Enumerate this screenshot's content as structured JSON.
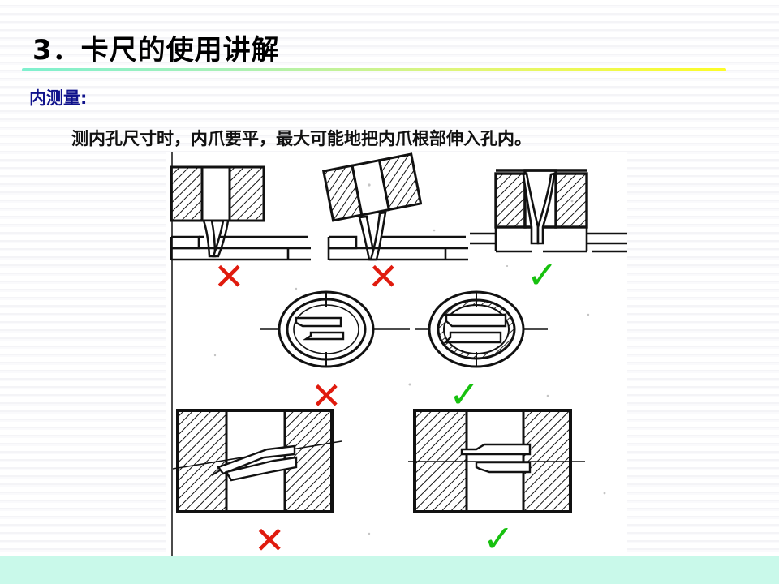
{
  "slide": {
    "title": "3．卡尺的使用讲解",
    "subheading": "内测量:",
    "body_text": "测内孔尺寸时，内爪要平，最大可能地把内爪根部伸入孔内。",
    "colors": {
      "title_text": "#000000",
      "subheading_text": "#10128c",
      "body_text": "#111111",
      "divider_start": "#7ff0cf",
      "divider_end": "#fcfc28",
      "footer_band": "#c9f9ea",
      "mark_wrong": "#e01b0e",
      "mark_correct": "#17c10f",
      "drawing_ink": "#111111"
    }
  },
  "figure": {
    "caption_marks": {
      "wrong_symbol": "✕",
      "correct_symbol": "✓"
    },
    "rows": [
      {
        "name": "side-section-row",
        "items": [
          {
            "label": "jaw-too-shallow-straight",
            "verdict": "wrong",
            "symbol": "✕"
          },
          {
            "label": "jaw-tilted",
            "verdict": "wrong",
            "symbol": "✕"
          },
          {
            "label": "jaw-root-inserted-flat",
            "verdict": "correct",
            "symbol": "✓"
          }
        ]
      },
      {
        "name": "hole-end-view-row",
        "items": [
          {
            "label": "jaws-off-diameter",
            "verdict": "wrong",
            "symbol": "✕"
          },
          {
            "label": "jaws-on-diameter",
            "verdict": "correct",
            "symbol": "✓"
          }
        ]
      },
      {
        "name": "bore-section-row",
        "items": [
          {
            "label": "jaws-skewed-in-bore",
            "verdict": "wrong",
            "symbol": "✕"
          },
          {
            "label": "jaws-level-in-bore",
            "verdict": "correct",
            "symbol": "✓"
          }
        ]
      }
    ]
  }
}
